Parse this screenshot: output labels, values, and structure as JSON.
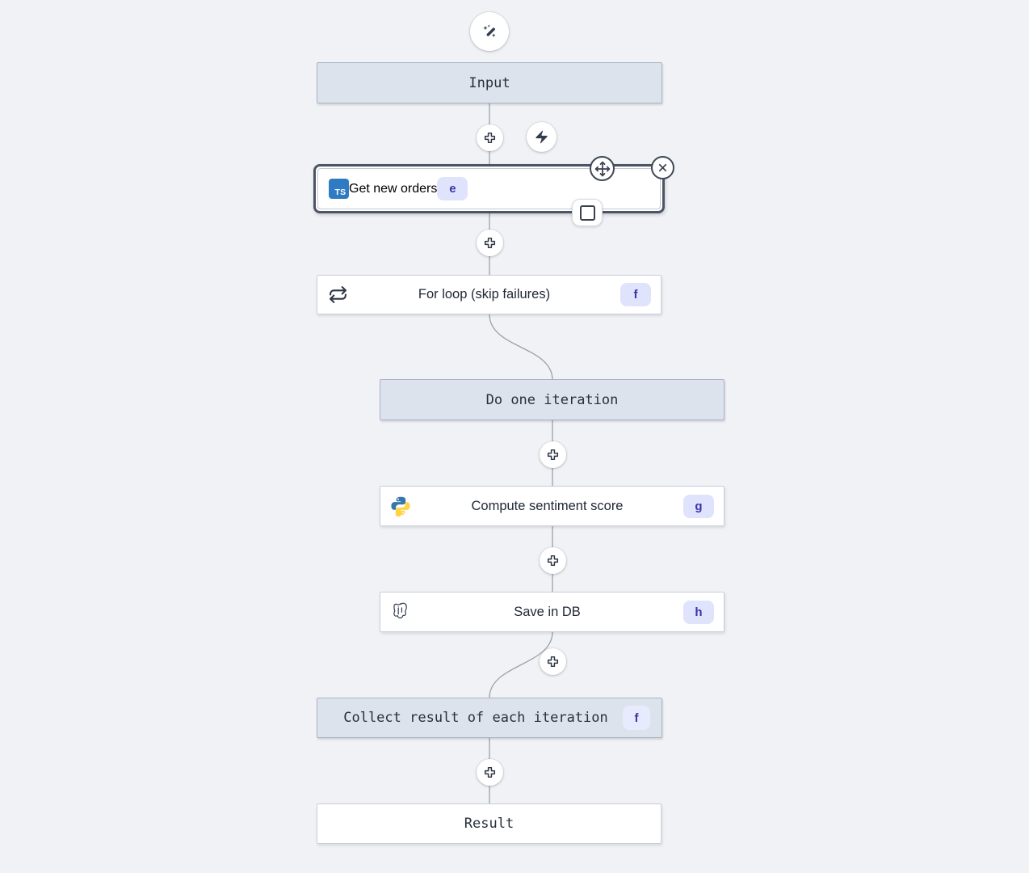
{
  "colors": {
    "canvas_bg": "#f1f2f5",
    "virtual_node_bg": "#dce3ec",
    "white_node_border": "#c9cfd8",
    "selected_ring": "#4c5564",
    "badge_bg": "#dfe3fb",
    "badge_text": "#3a33a8",
    "typescript_blue": "#2f7bc3",
    "python_blue": "#3776ab",
    "python_yellow": "#ffd343",
    "icon_dark": "#333b4f",
    "connector": "#9aa1ab"
  },
  "top": {
    "ai_wand_icon": "magic-wand-icon"
  },
  "nodes": {
    "input": {
      "label": "Input"
    },
    "get_new_orders": {
      "label": "Get new orders",
      "badge": "e",
      "icon": "typescript-icon",
      "logo_text": "TS",
      "selected": "true"
    },
    "for_loop": {
      "label": "For loop (skip failures)",
      "badge": "f",
      "icon": "repeat-icon"
    },
    "do_one_iteration": {
      "label": "Do one iteration"
    },
    "compute_sentiment": {
      "label": "Compute sentiment score",
      "badge": "g",
      "icon": "python-icon"
    },
    "save_in_db": {
      "label": "Save in DB",
      "badge": "h",
      "icon": "postgresql-icon"
    },
    "collect_result": {
      "label": "Collect result of each iteration",
      "badge": "f"
    },
    "result": {
      "label": "Result"
    }
  }
}
